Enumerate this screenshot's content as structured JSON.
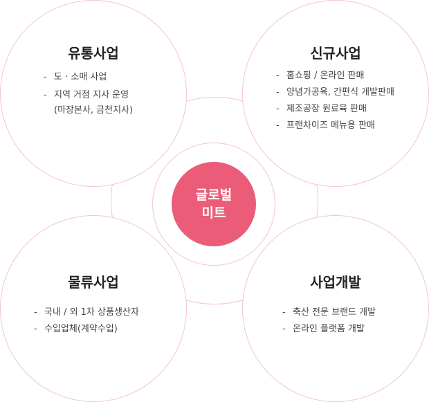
{
  "center": {
    "line1": "글로벌",
    "line2": "미트"
  },
  "circles": {
    "distribution": {
      "title": "유통사업",
      "items": [
        "도 · 소매 사업",
        "지역 거점 지사 운영\n(마장본사, 금천지사)"
      ]
    },
    "new_business": {
      "title": "신규사업",
      "items": [
        "홈쇼핑 / 온라인 판매",
        "양념가공육, 간편식 개발판매",
        "제조공장 원료육 판매",
        "프랜차이즈 메뉴용 판매"
      ]
    },
    "logistics": {
      "title": "물류사업",
      "items": [
        "국내 / 외 1차 상품생산자",
        "수입업체(계약수입)"
      ]
    },
    "business_dev": {
      "title": "사업개발",
      "items": [
        "축산 전문 브랜드 개발",
        "온라인 플랫폼 개발"
      ]
    }
  },
  "colors": {
    "accent": "#ea5c78",
    "ring": "#f2c4cf"
  }
}
